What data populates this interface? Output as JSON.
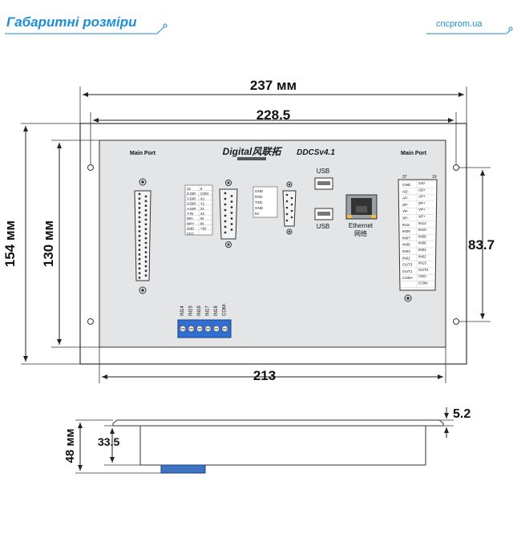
{
  "header": {
    "title": "Габаритні розміри",
    "site": "cncprom.ua"
  },
  "dimensions": {
    "outer_width": "237 мм",
    "inner_width": "228.5",
    "outer_height": "154 мм",
    "inner_height": "130 мм",
    "hole_spacing": "83.7",
    "bottom_width": "213",
    "flange": "5.2",
    "side_height": "48 мм",
    "side_inner": "33.5"
  },
  "panel": {
    "brand": "Digital风联拓",
    "model": "DDCSv4.1",
    "left_port_label": "Main Port",
    "right_port_label": "Main Port",
    "usb_top": "USB",
    "usb_bottom": "USB",
    "ethernet": "Ethernet",
    "ethernet_cn": "网络",
    "terminal_labels": [
      "IN14",
      "IN15",
      "IN16",
      "IN17",
      "IN18",
      "COM-"
    ],
    "db15_labels_left": [
      "15",
      "Z-DIR",
      "Y-DIR",
      "X-DIR",
      "A-DIR",
      "Y-IN",
      "WH-",
      "WH+",
      "GND",
      "VCC"
    ],
    "db15_labels_right": [
      "8",
      "COM-",
      "X1",
      "Y1",
      "Z1",
      "4X",
      "IN",
      "IN",
      "+5V"
    ],
    "db9_labels": [
      "GND",
      "RXD",
      "TXD",
      "GND",
      "5V"
    ],
    "db25_left": [
      "GND",
      "AD-",
      "AP-",
      "ZP-",
      "YP-",
      "XP-",
      "IN11",
      "IN09",
      "IN07",
      "IN05",
      "IN03",
      "IN01",
      "OUT3",
      "OUT1",
      "COM+"
    ],
    "db25_right": [
      "24V",
      "AD+",
      "AP+",
      "ZP+",
      "YP+",
      "XP+",
      "IN12",
      "IN10",
      "IN08",
      "IN06",
      "IN04",
      "IN02",
      "IN13",
      "OUT2",
      "VSO",
      "COM-"
    ],
    "db25_pin_top_left": "37",
    "db25_pin_top_right": "19"
  }
}
